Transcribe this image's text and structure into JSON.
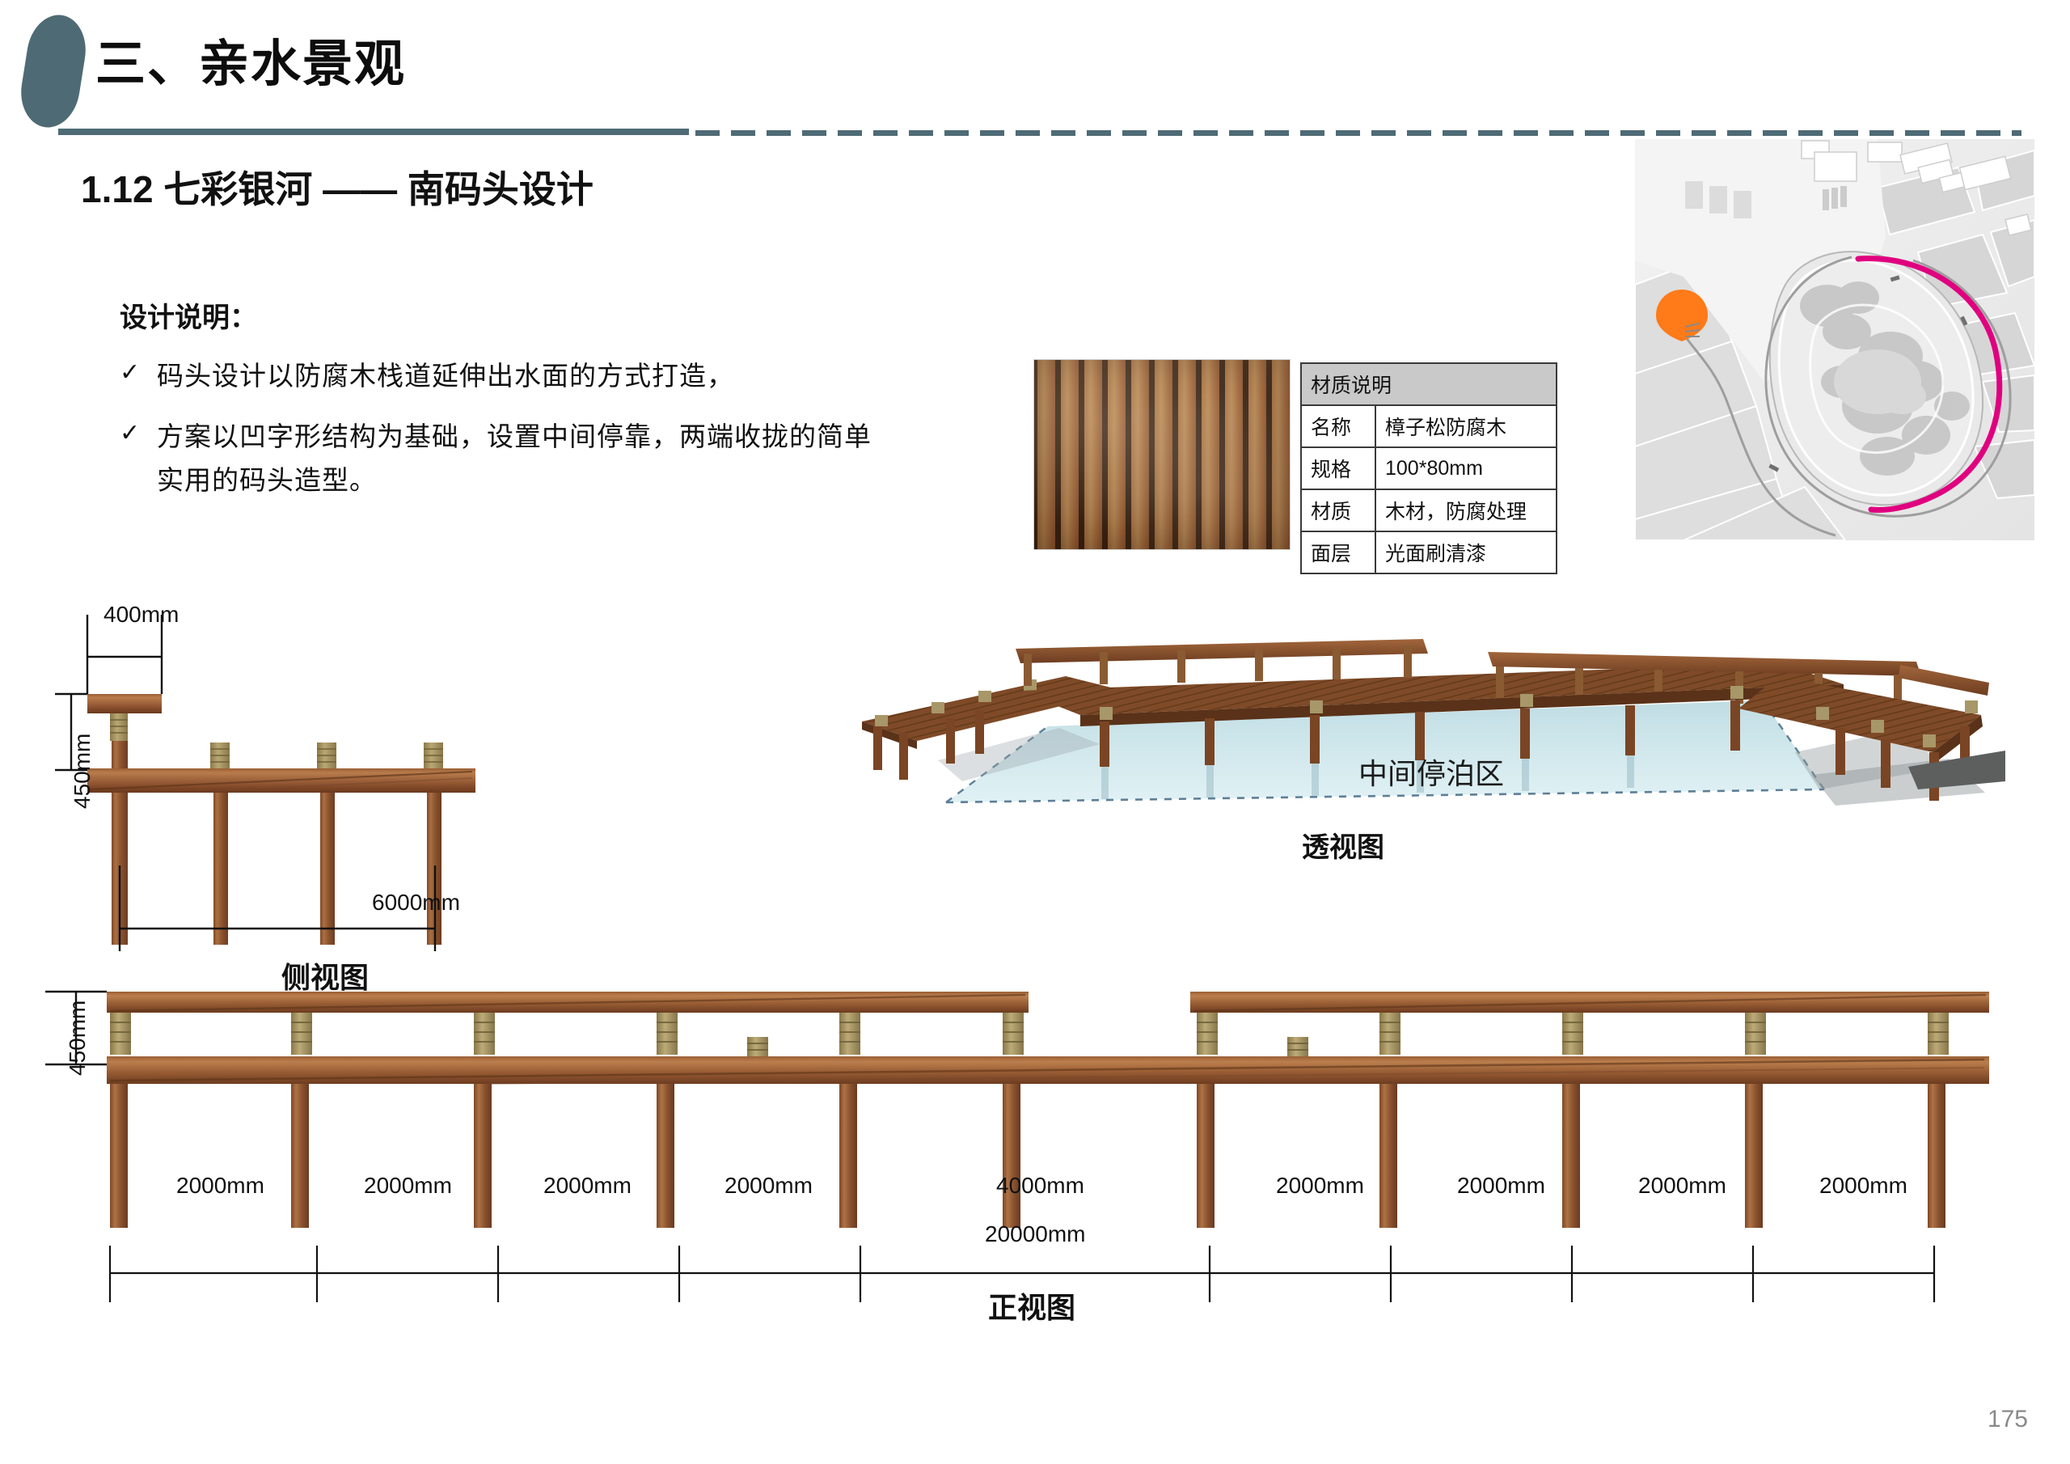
{
  "header": {
    "chapter_title": "三、亲水景观",
    "accent_color": "#4E6B75"
  },
  "section": {
    "title": "1.12 七彩银河 —— 南码头设计"
  },
  "design_note": {
    "heading": "设计说明：",
    "check_mark": "✓",
    "items": [
      "码头设计以防腐木栈道延伸出水面的方式打造，",
      "方案以凹字形结构为基础，设置中间停靠，两端收拢的简单实用的码头造型。"
    ]
  },
  "material_table": {
    "header": "材质说明",
    "rows": [
      {
        "key": "名称",
        "value": "樟子松防腐木"
      },
      {
        "key": "规格",
        "value": "100*80mm"
      },
      {
        "key": "材质",
        "value": "木材，防腐处理"
      },
      {
        "key": "面层",
        "value": "光面刷清漆"
      }
    ]
  },
  "material_swatch": {
    "name": "wood-plank-texture",
    "base_color": "#A8703F",
    "groove_color": "#2E1C10"
  },
  "location_map": {
    "name": "site-aerial-map",
    "pin_color": "#FF7A18",
    "route_color": "#E0007F"
  },
  "side_view": {
    "label": "侧视图",
    "dim_width_top": "400mm",
    "dim_height": "450mm",
    "dim_length": "6000mm",
    "post_count": 4
  },
  "perspective_view": {
    "label": "透视图",
    "annotation": "中间停泊区"
  },
  "front_view": {
    "label": "正视图",
    "dim_height": "450mm",
    "segments": [
      "2000mm",
      "2000mm",
      "2000mm",
      "2000mm",
      "4000mm",
      "2000mm",
      "2000mm",
      "2000mm",
      "2000mm"
    ],
    "total": "20000mm"
  },
  "footer": {
    "page_number": "175"
  }
}
